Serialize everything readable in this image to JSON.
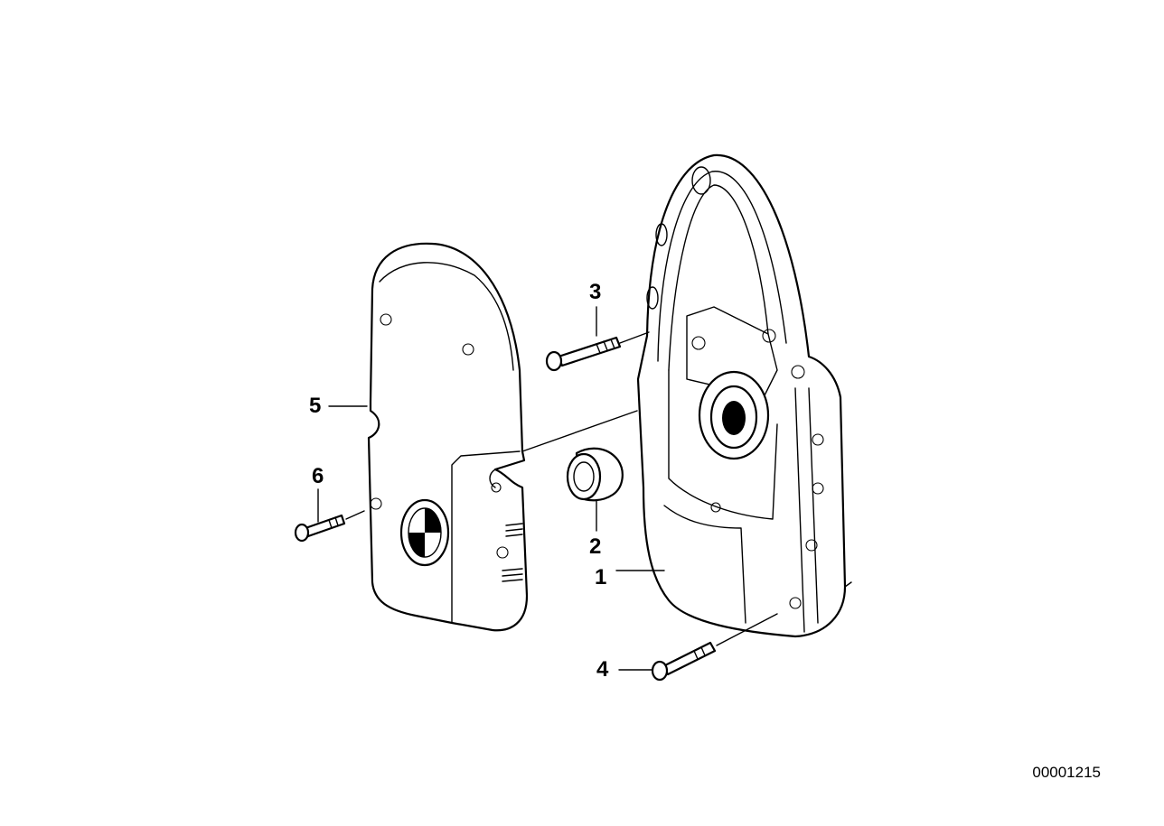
{
  "diagram": {
    "callouts": [
      "1",
      "2",
      "3",
      "4",
      "5",
      "6"
    ],
    "diagram_id": "00001215"
  }
}
